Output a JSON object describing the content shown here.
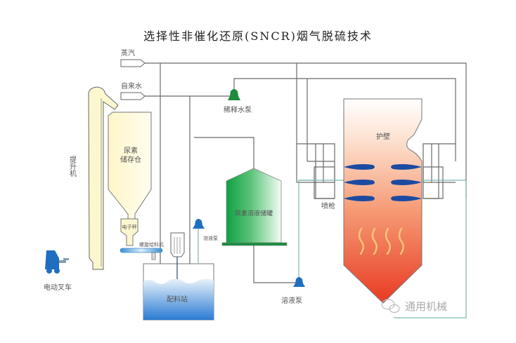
{
  "title": "选择性非催化还原(SNCR)烟气脱硫技术",
  "labels": {
    "steam": "蒸汽",
    "tap_water": "自来水",
    "elevator": "提升机",
    "urea_silo_line1": "尿素",
    "urea_silo_line2": "储存仓",
    "electronic_scale": "电子秤",
    "screw_feeder": "螺旋给料机",
    "forklift": "电动叉车",
    "mixing_station": "配料站",
    "dilution_pump": "稀释水泵",
    "solution_pump_small": "溶液泵",
    "storage_tank": "尿素溶液储罐",
    "solution_pump": "溶液泵",
    "furnace_wall": "护壁",
    "spray_gun": "喷枪",
    "watermark": "通用机械"
  },
  "colors": {
    "line": "#6a6a6a",
    "pipe_teal": "#7fb6b0",
    "silo_fill": "#fdf7d0",
    "tank_green": "#1aa84a",
    "pump_green": "#1e8a3c",
    "pump_blue": "#1f6fc0",
    "furnace_top": "#fde6d8",
    "furnace_bottom": "#e8462c",
    "nozzle": "#1c4aa0",
    "water_blue": "#2f7fd6"
  }
}
